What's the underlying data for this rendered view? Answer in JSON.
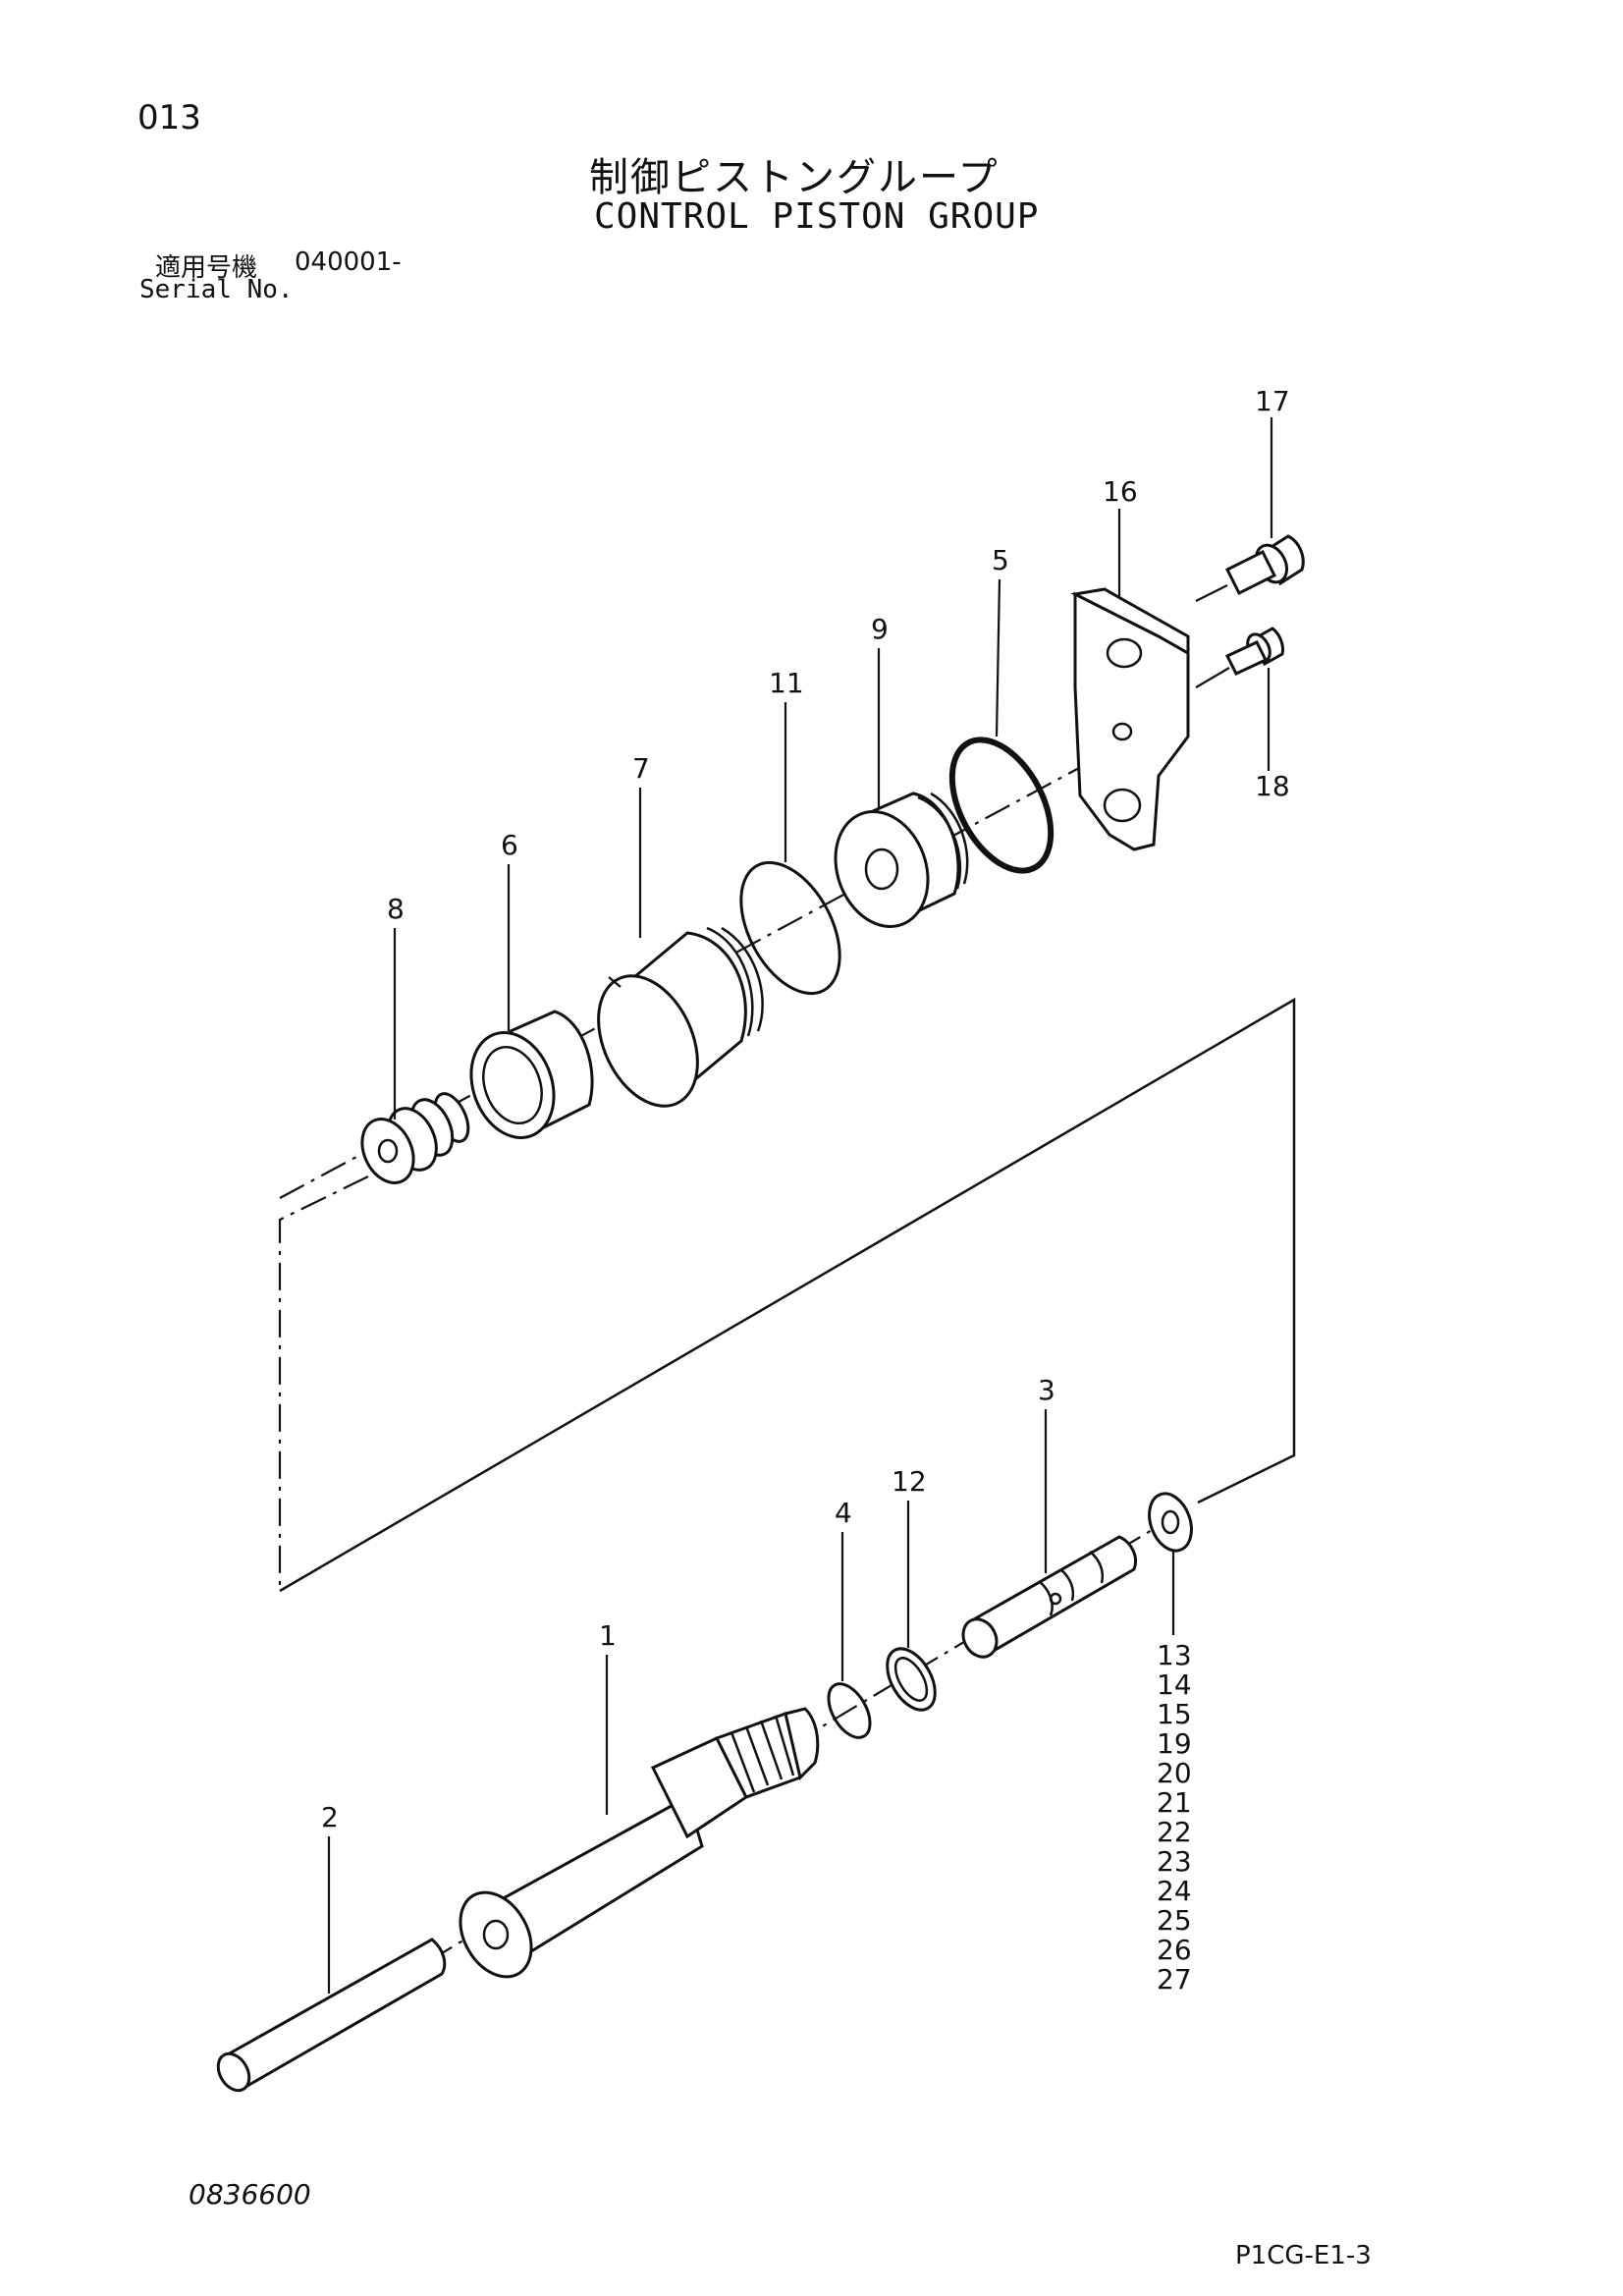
{
  "header": {
    "page_number": "013",
    "title_jp": "制御ピストングループ",
    "title_en": "CONTROL PISTON GROUP",
    "serial_label_jp": "適用号機",
    "serial_value": "040001-",
    "serial_label_en": "Serial No."
  },
  "footer": {
    "drawing_code": "0836600",
    "sheet_code": "P1CG-E1-3"
  },
  "parts": {
    "p1": "1",
    "p2": "2",
    "p3": "3",
    "p4": "4",
    "p5": "5",
    "p6": "6",
    "p7": "7",
    "p8": "8",
    "p9": "9",
    "p11": "11",
    "p12": "12",
    "p16": "16",
    "p17": "17",
    "p18": "18",
    "group_13": [
      "13",
      "14",
      "15",
      "19",
      "20",
      "21",
      "22",
      "23",
      "24",
      "25",
      "26",
      "27"
    ]
  }
}
